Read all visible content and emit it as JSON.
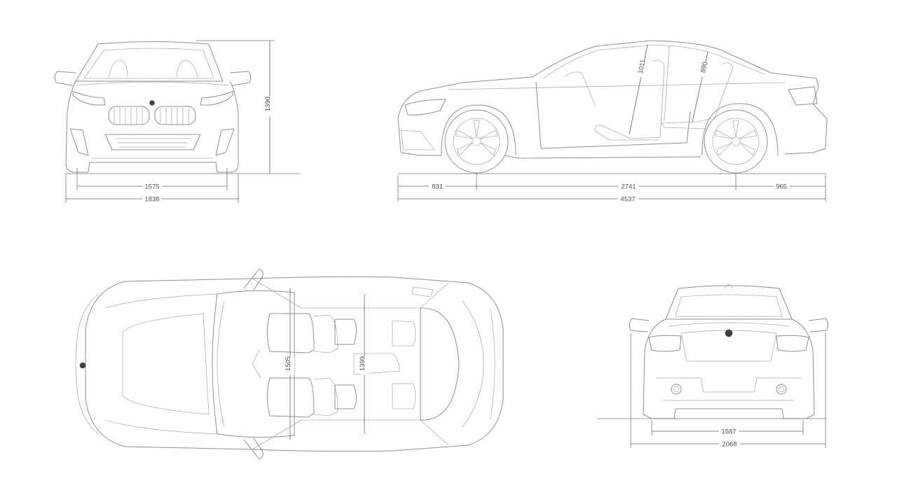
{
  "dimensions": {
    "front_track": "1575",
    "overall_width": "1838",
    "overall_height": "1390",
    "front_overhang": "831",
    "wheelbase": "2741",
    "rear_overhang": "965",
    "overall_length": "4537",
    "front_headroom": "1011",
    "rear_headroom": "890",
    "front_shoulder_width": "1505",
    "rear_shoulder_width": "1399",
    "rear_track": "1587",
    "width_with_mirrors": "2068"
  },
  "colors": {
    "line": "#8a8f96",
    "dimension": "#5b6066",
    "label": "#4a4f55",
    "background": "#ffffff"
  }
}
